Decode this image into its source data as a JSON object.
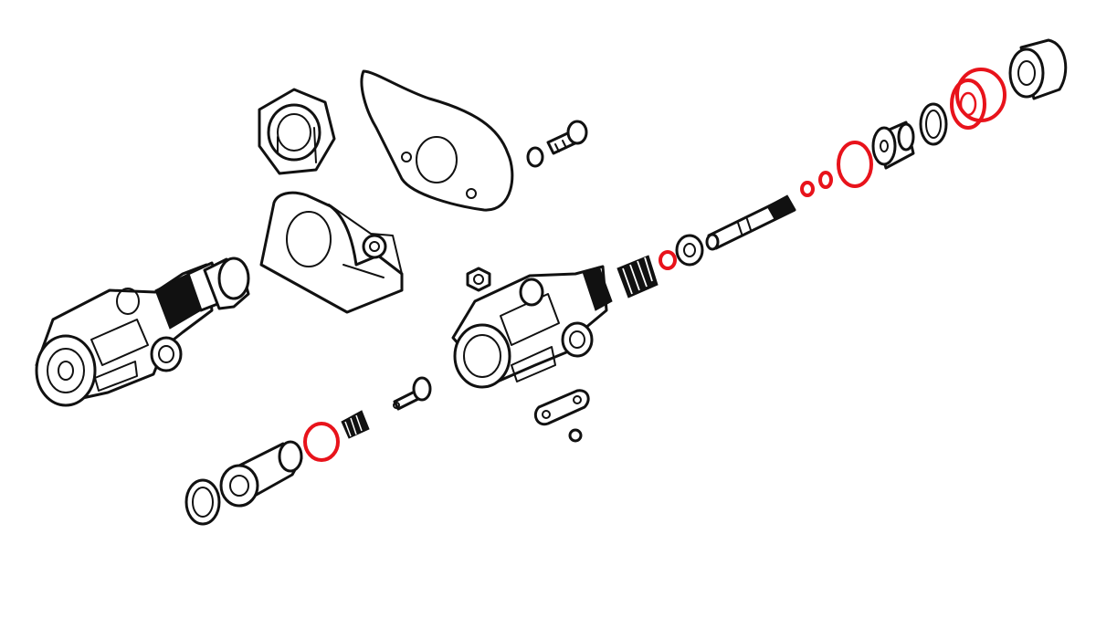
{
  "diagram": {
    "kind": "exploded parts view",
    "highlight_color": "#e8131b",
    "ink_color": "#111111",
    "background": "#ffffff",
    "highlighted_parts": [
      "seal-ring-a",
      "seal-ring-b",
      "seal-ring-c",
      "seal-ring-d",
      "seal-ring-e",
      "seal-ring-f",
      "seal-ring-g"
    ]
  }
}
